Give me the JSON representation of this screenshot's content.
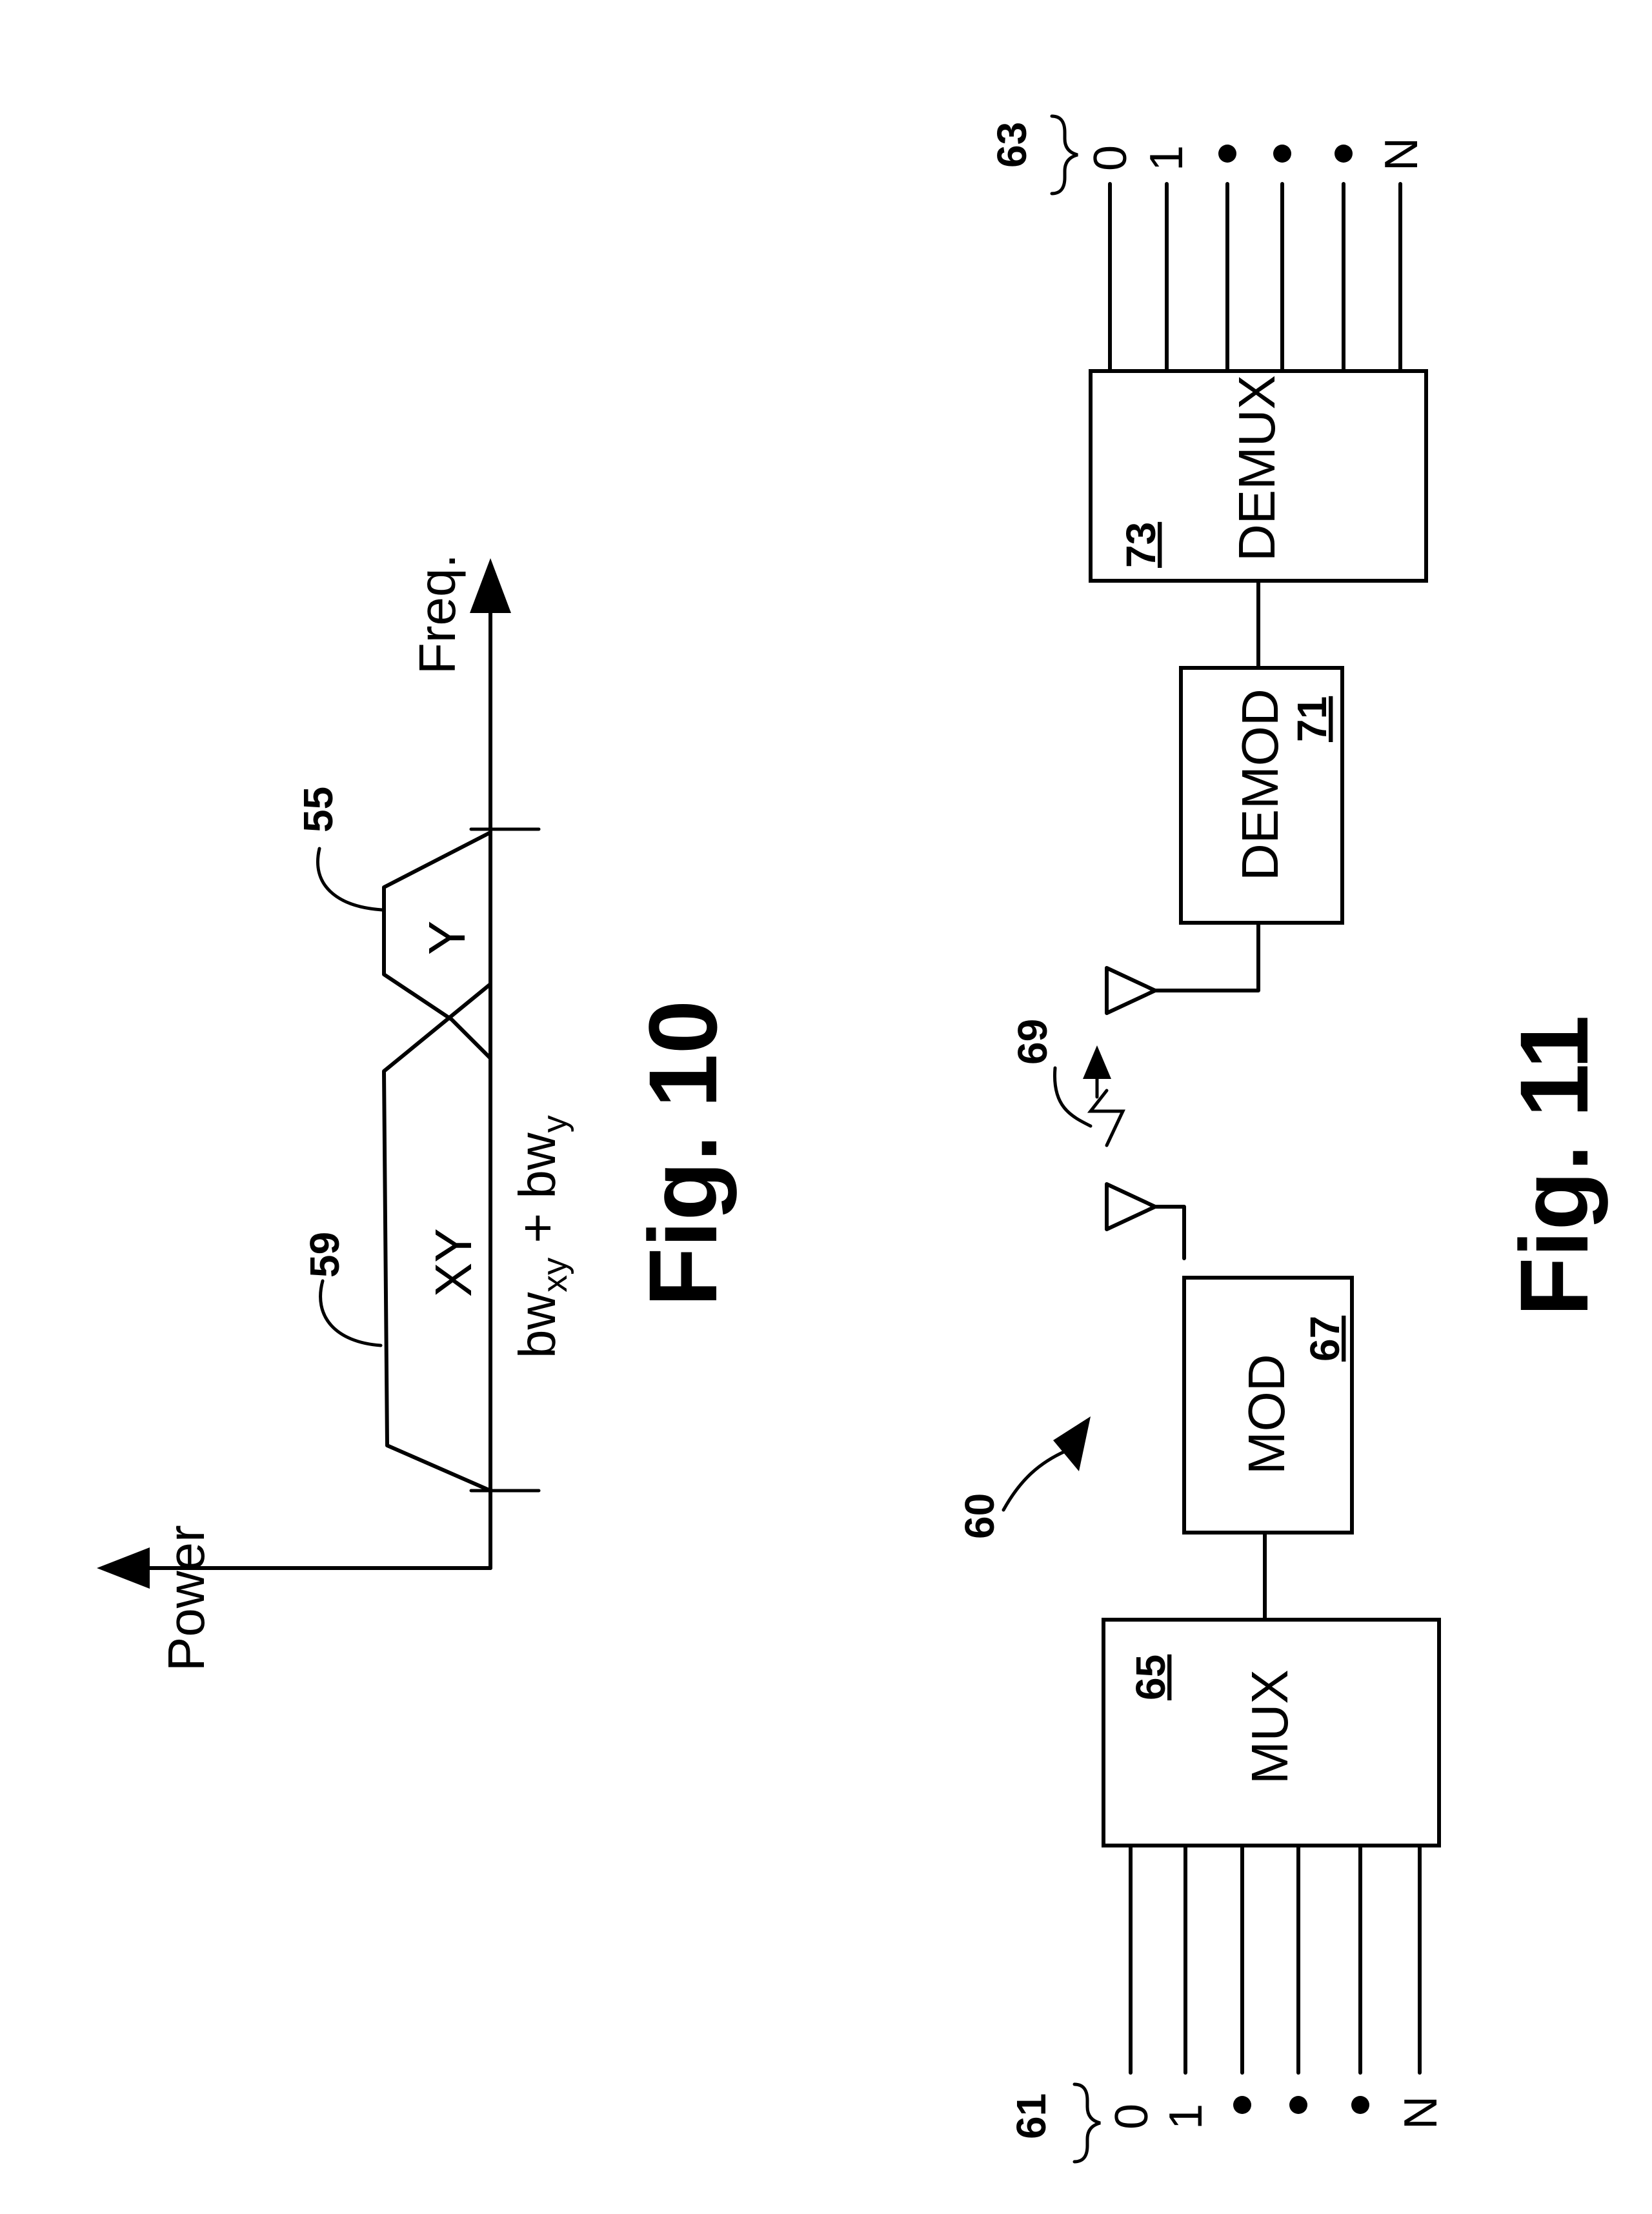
{
  "fig10": {
    "caption": "Fig. 10",
    "axis_power": "Power",
    "axis_freq": "Freq.",
    "region_xy": "XY",
    "region_y": "Y",
    "ref_xy": "59",
    "ref_y": "55",
    "bandwidth_base": "bw",
    "bandwidth_sub1": "xy",
    "bandwidth_plus": " + bw",
    "bandwidth_sub2": "y"
  },
  "fig11": {
    "caption": "Fig. 11",
    "system_ref": "60",
    "inputs_ref": "61",
    "outputs_ref": "63",
    "link_ref": "69",
    "mux": {
      "label": "MUX",
      "ref": "65"
    },
    "mod": {
      "label": "MOD",
      "ref": "67"
    },
    "demod": {
      "label": "DEMOD",
      "ref": "71"
    },
    "demux": {
      "label": "DEMUX",
      "ref": "73"
    },
    "input_lines": [
      "0",
      "1",
      "N"
    ],
    "output_lines": [
      "0",
      "1",
      "N"
    ]
  }
}
